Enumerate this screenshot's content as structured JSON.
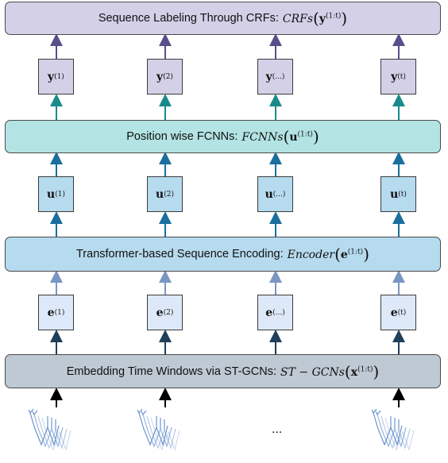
{
  "bars": {
    "crf": {
      "label": "Sequence Labeling Through CRFs:",
      "func": "CRFs",
      "arg": "y",
      "sup": "(1:t)"
    },
    "fcnn": {
      "label": "Position wise FCNNs:",
      "func": "FCNNs",
      "arg": "u",
      "sup": "(1:t)"
    },
    "transformer": {
      "label": "Transformer-based Sequence Encoding:",
      "func": "Encoder",
      "arg": "e",
      "sup": "(1:t)"
    },
    "embedding": {
      "label": "Embedding Time Windows via ST-GCNs:",
      "func": "ST − GCNs",
      "arg": "x",
      "sup": "(1:t)"
    }
  },
  "columns": [
    {
      "y": "y",
      "u": "u",
      "e": "e",
      "sup": "(1)"
    },
    {
      "y": "y",
      "u": "u",
      "e": "e",
      "sup": "(2)"
    },
    {
      "y": "y",
      "u": "u",
      "e": "e",
      "sup": "(...)"
    },
    {
      "y": "y",
      "u": "u",
      "e": "e",
      "sup": "(t)"
    }
  ],
  "ellipsis": "...",
  "colors": {
    "crf_fill": "#d3d0e8",
    "fcnn_fill": "#b3e3e3",
    "transformer_fill": "#b6daee",
    "embedding_fill": "#bfc9d3",
    "arrow_top": "#5a4f8c",
    "arrow_teal": "#1a8a8a",
    "arrow_blue": "#1a6f9e",
    "arrow_light": "#7a96c2",
    "arrow_dark": "#1f3f5a",
    "arrow_black": "#000000",
    "skeleton": "#4f7fc4"
  }
}
